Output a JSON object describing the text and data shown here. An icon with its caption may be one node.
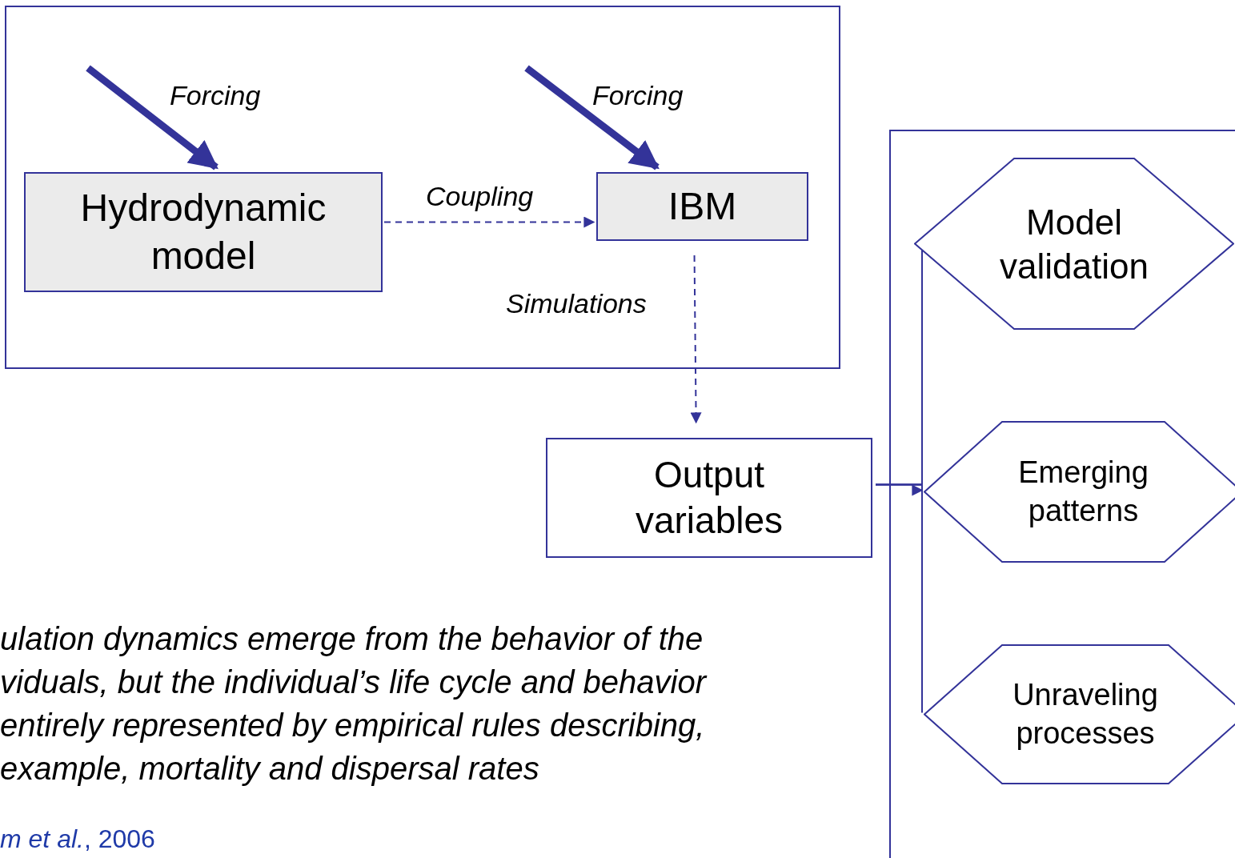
{
  "diagram": {
    "nodes": [
      {
        "text": [],
        "shape": "box"
      },
      {
        "text": [
          "Hydrodynamic model"
        ],
        "in": 0
      },
      {
        "text": [
          "IBM"
        ],
        "in": 0
      },
      {
        "text": [
          "Output variables"
        ]
      },
      {
        "text": [],
        "shape": "box"
      },
      {
        "text": [
          "Model validation"
        ],
        "in": 4
      },
      {
        "text": [
          "Emerging patterns"
        ],
        "in": 4
      },
      {
        "text": [
          "Unraveling processes"
        ],
        "in": 4
      }
    ],
    "edges": [
      {
        "from": null,
        "to": 1,
        "arrow": "to",
        "label": "Forcing",
        "style": "thick"
      },
      {
        "from": null,
        "to": 2,
        "arrow": "to",
        "label": "Forcing",
        "style": "thick"
      },
      {
        "from": 1,
        "to": 2,
        "arrow": "to",
        "label": "Coupling",
        "style": "dashed"
      },
      {
        "from": 2,
        "to": 3,
        "arrow": "to",
        "label": "Simulations",
        "style": "dashed"
      },
      {
        "from": 3,
        "to": 5,
        "arrow": "none"
      },
      {
        "from": 3,
        "to": 6,
        "arrow": "to"
      },
      {
        "from": 3,
        "to": 7,
        "arrow": "none"
      }
    ],
    "labels": [
      "ulation dynamics emerge from the behavior of the",
      "viduals, but the individual’s life cycle and behavior",
      "entirely represented by empirical rules describing,",
      "example, mortality and dispersal rates",
      "*m et al.*, 2006"
    ]
  }
}
